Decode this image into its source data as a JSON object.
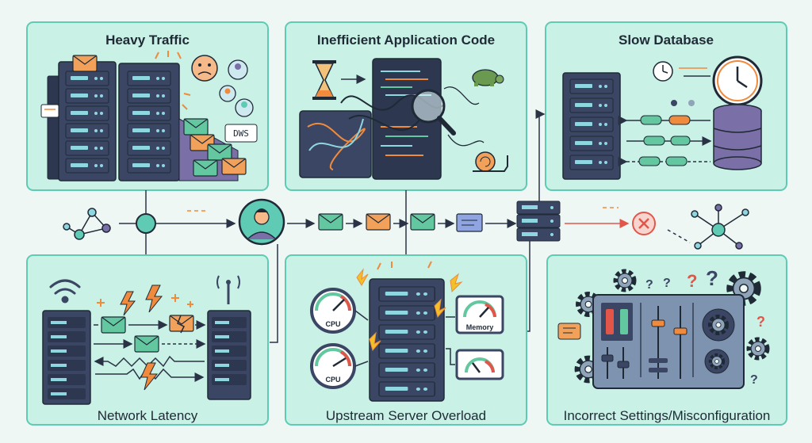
{
  "panels": {
    "heavy_traffic": "Heavy Traffic",
    "inefficient_code": "Inefficient Application Code",
    "slow_database": "Slow Database",
    "network_latency": "Network Latency",
    "upstream_overload": "Upstream Server Overload",
    "misconfiguration": "Incorrect Settings/Misconfiguration"
  },
  "gauges": {
    "cpu_top": "CPU",
    "cpu_bottom": "CPU",
    "memory": "Memory"
  },
  "sign_text": "DWS",
  "colors": {
    "panel_fill": "#c9f1e6",
    "panel_stroke": "#5fcbb4",
    "server_dark": "#3a4663",
    "server_slot": "#8fd7e0",
    "accent_orange": "#f08a3c",
    "envelope_green": "#63c8a0",
    "error_red": "#e2564a"
  }
}
